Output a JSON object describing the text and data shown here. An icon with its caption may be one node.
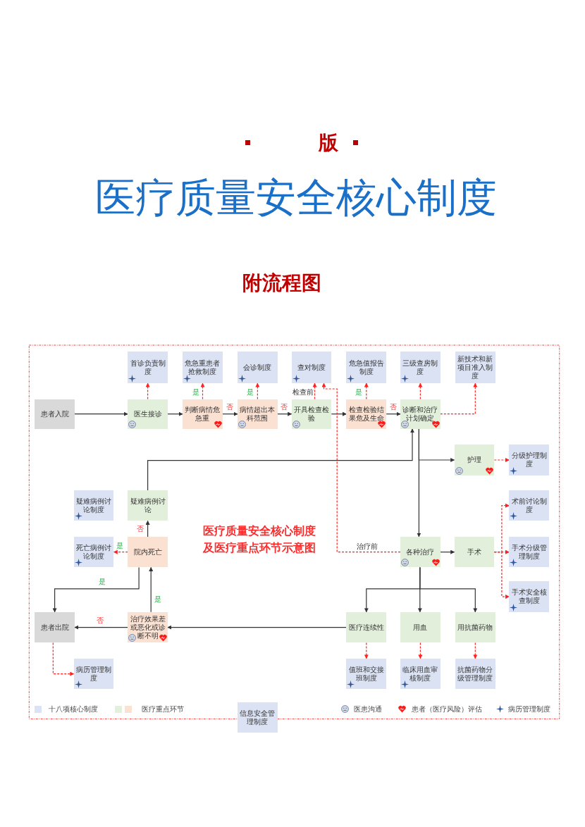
{
  "diagram": {
    "title": "医疗质量安全核心制度",
    "nodes": [
      {
        "text": [
          "患者入院"
        ]
      },
      {
        "text": [
          "医生接诊"
        ]
      },
      {
        "text": [
          "判断病情危急重"
        ]
      },
      {
        "text": [
          "病情超出本科范围"
        ]
      },
      {
        "text": [
          "开具检查检验"
        ]
      },
      {
        "text": [
          "检查检验结果危及生命"
        ]
      },
      {
        "text": [
          "诊断和治疗计划确定"
        ]
      },
      {
        "text": [
          "首诊负责制度"
        ]
      },
      {
        "text": [
          "危急重患者抢救制度"
        ]
      },
      {
        "text": [
          "会诊制度"
        ]
      },
      {
        "text": [
          "查对制度"
        ]
      },
      {
        "text": [
          "危急值报告制度"
        ]
      },
      {
        "text": [
          "三级查房制度"
        ]
      },
      {
        "text": [
          "新技术和新项目准入制度"
        ]
      },
      {
        "text": [
          "护理"
        ]
      },
      {
        "text": [
          "分级护理制度"
        ]
      },
      {
        "text": [
          "疑难病例讨论"
        ]
      },
      {
        "text": [
          "疑难病例讨论制度"
        ]
      },
      {
        "text": [
          "院内死亡"
        ]
      },
      {
        "text": [
          "死亡病例讨论制度"
        ]
      },
      {
        "text": [
          "各种治疗"
        ]
      },
      {
        "text": [
          "手术"
        ]
      },
      {
        "text": [
          "术前讨论制度"
        ]
      },
      {
        "text": [
          "手术分级管理制度"
        ]
      },
      {
        "text": [
          "手术安全核查制度"
        ]
      },
      {
        "text": [
          "患者出院"
        ]
      },
      {
        "text": [
          "治疗效果差或恶化或诊断不明"
        ]
      },
      {
        "text": [
          "医疗连续性"
        ]
      },
      {
        "text": [
          "用血"
        ]
      },
      {
        "text": [
          "用抗菌药物"
        ]
      },
      {
        "text": [
          "病历管理制度"
        ]
      },
      {
        "text": [
          "值班和交接班制度"
        ]
      },
      {
        "text": [
          "临床用血审核制度"
        ]
      },
      {
        "text": [
          "抗菌药物分级管理制度"
        ]
      },
      {
        "text": [
          "信息安全管理制度"
        ]
      }
    ],
    "edges": [
      {
        "from": 0,
        "to": 1,
        "arrow": "to"
      },
      {
        "from": 1,
        "to": 2,
        "arrow": "to"
      },
      {
        "from": 2,
        "to": 3,
        "arrow": "to",
        "label": "否"
      },
      {
        "from": 3,
        "to": 4,
        "arrow": "to",
        "label": "否"
      },
      {
        "from": 4,
        "to": 5,
        "arrow": "to"
      },
      {
        "from": 5,
        "to": 6,
        "arrow": "to",
        "label": "否"
      },
      {
        "from": 1,
        "to": 7,
        "arrow": "to",
        "style": "dashed",
        "color": "#ff2020"
      },
      {
        "from": 2,
        "to": 8,
        "arrow": "to",
        "label": "是",
        "style": "dashed",
        "color": "#ff2020"
      },
      {
        "from": 3,
        "to": 9,
        "arrow": "to",
        "label": "是",
        "style": "dashed",
        "color": "#ff2020"
      },
      {
        "from": 4,
        "to": 10,
        "arrow": "to",
        "label": "检查前",
        "style": "dashed",
        "color": "#ff2020"
      },
      {
        "from": 5,
        "to": 11,
        "arrow": "to",
        "label": "是",
        "style": "dashed",
        "color": "#ff2020"
      },
      {
        "from": 6,
        "to": 12,
        "arrow": "to",
        "style": "dashed",
        "color": "#ff2020"
      },
      {
        "from": 6,
        "to": 13,
        "arrow": "to",
        "style": "dashed",
        "color": "#ff2020"
      },
      {
        "from": 20,
        "to": 10,
        "arrow": "to",
        "label": "治疗前",
        "style": "dashed",
        "color": "#ff2020"
      },
      {
        "from": 6,
        "to": 14,
        "arrow": "to"
      },
      {
        "from": 6,
        "to": 20,
        "arrow": "to"
      },
      {
        "from": 16,
        "to": 6,
        "arrow": "to"
      },
      {
        "from": 14,
        "to": 15,
        "arrow": "to",
        "style": "dashed",
        "color": "#ff2020"
      },
      {
        "from": 18,
        "to": 16,
        "arrow": "to",
        "label": "否"
      },
      {
        "from": 18,
        "to": 19,
        "arrow": "to",
        "label": "是",
        "style": "dashed",
        "color": "#ff2020"
      },
      {
        "from": 18,
        "to": 25,
        "arrow": "to",
        "label": "是"
      },
      {
        "from": 26,
        "to": 18,
        "arrow": "to",
        "label": "是"
      },
      {
        "from": 26,
        "to": 25,
        "arrow": "to",
        "label": "否"
      },
      {
        "from": 27,
        "to": 26,
        "arrow": "to"
      },
      {
        "from": 20,
        "to": 21,
        "arrow": "to"
      },
      {
        "from": 21,
        "to": 22,
        "arrow": "to",
        "style": "dashed",
        "color": "#ff2020"
      },
      {
        "from": 21,
        "to": 23,
        "arrow": "to",
        "style": "dashed",
        "color": "#ff2020"
      },
      {
        "from": 21,
        "to": 24,
        "arrow": "to",
        "style": "dashed",
        "color": "#ff2020"
      },
      {
        "from": 20,
        "to": 27,
        "arrow": "to"
      },
      {
        "from": 20,
        "to": 28,
        "arrow": "to"
      },
      {
        "from": 20,
        "to": 29,
        "arrow": "to"
      },
      {
        "from": 27,
        "to": 31,
        "arrow": "to",
        "style": "dashed",
        "color": "#ff2020"
      },
      {
        "from": 28,
        "to": 32,
        "arrow": "to",
        "style": "dashed",
        "color": "#ff2020"
      },
      {
        "from": 29,
        "to": 33,
        "arrow": "to",
        "style": "dashed",
        "color": "#ff2020"
      },
      {
        "from": 25,
        "to": 30,
        "arrow": "to",
        "style": "dashed",
        "color": "#ff2020"
      }
    ],
    "labels": [
      "版",
      "附流程图",
      "医疗质量安全核心制度及医疗重点环节示意图"
    ],
    "legend": [
      {
        "text": "十八项核心制度",
        "color": "#dae2f3"
      },
      {
        "text": "医疗重点环节",
        "color": "#e2efda"
      },
      {
        "text": "医患沟通"
      },
      {
        "text": "患者（医疗风险）评估"
      },
      {
        "text": "病历管理制度"
      }
    ]
  }
}
